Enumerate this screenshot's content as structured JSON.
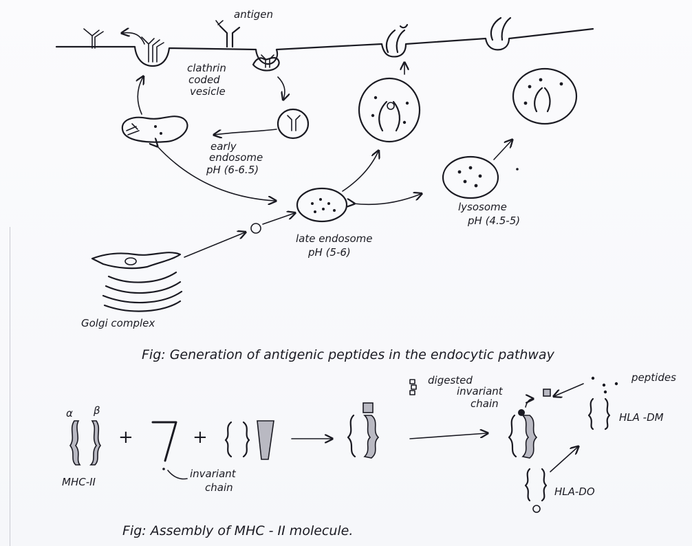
{
  "pathway": {
    "antigen": "antigen",
    "clathrin": [
      "clathrin",
      "coded",
      "vesicle"
    ],
    "early_endosome": [
      "early",
      "endosome",
      "pH (6-6.5)"
    ],
    "late_endosome": [
      "late endosome",
      "pH (5-6)"
    ],
    "lysosome": [
      "lysosome",
      "pH (4.5-5)"
    ],
    "golgi": "Golgi complex"
  },
  "captions": {
    "fig1": "Fig: Generation of antigenic peptides in the endocytic pathway",
    "fig2": "Fig:  Assembly of MHC - II molecule."
  },
  "assembly": {
    "alpha": "α",
    "beta": "β",
    "plus": "+",
    "mhc": "MHC-II",
    "invariant": [
      "invariant",
      "chain"
    ],
    "digested": [
      "digested",
      "invariant",
      "chain"
    ],
    "peptides": "peptides",
    "hla_dm": "HLA -DM",
    "hla_do": "HLA-DO"
  }
}
